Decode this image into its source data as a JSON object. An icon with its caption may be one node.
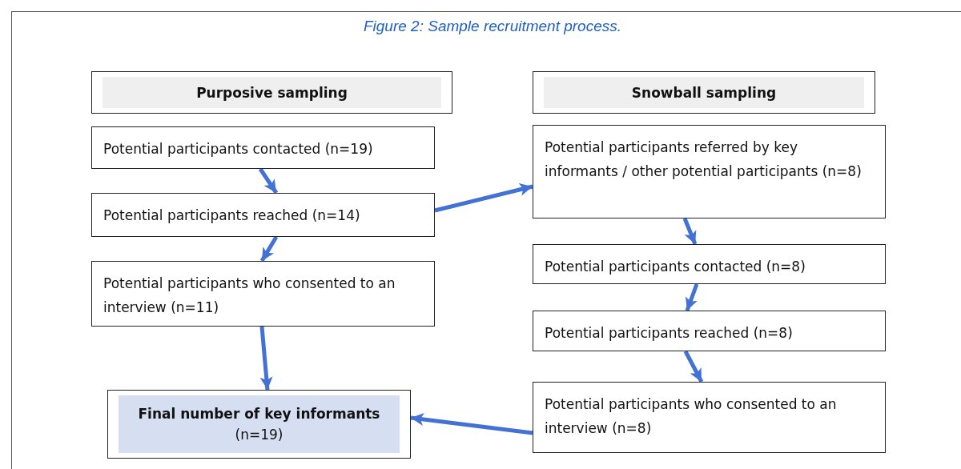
{
  "diagram": {
    "title": "Figure 2: Sample recruitment process.",
    "nodes": [
      {
        "text": [
          "Purposive sampling"
        ]
      },
      {
        "text": [
          "Snowball sampling"
        ]
      },
      {
        "text": [
          "Potential participants contacted (n=19)"
        ]
      },
      {
        "text": [
          "Potential participants reached (n=14)"
        ]
      },
      {
        "text": [
          "Potential participants who consented to an interview (n=11)"
        ]
      },
      {
        "text": [
          "Potential participants referred by key informants / other potential participants (n=8)"
        ]
      },
      {
        "text": [
          "Potential participants contacted (n=8)"
        ]
      },
      {
        "text": [
          "Potential participants reached (n=8)"
        ]
      },
      {
        "text": [
          "Potential participants who consented to an interview (n=8)"
        ]
      },
      {
        "text": [
          "Final number of key informants",
          "(n=19)"
        ]
      }
    ],
    "edges": [
      {
        "from": 2,
        "to": 3,
        "arrow": "to"
      },
      {
        "from": 3,
        "to": 4,
        "arrow": "to"
      },
      {
        "from": 4,
        "to": 9,
        "arrow": "to"
      },
      {
        "from": 3,
        "to": 5,
        "arrow": "to"
      },
      {
        "from": 5,
        "to": 6,
        "arrow": "to"
      },
      {
        "from": 6,
        "to": 7,
        "arrow": "to"
      },
      {
        "from": 7,
        "to": 8,
        "arrow": "to"
      },
      {
        "from": 8,
        "to": 9,
        "arrow": "to"
      }
    ]
  }
}
